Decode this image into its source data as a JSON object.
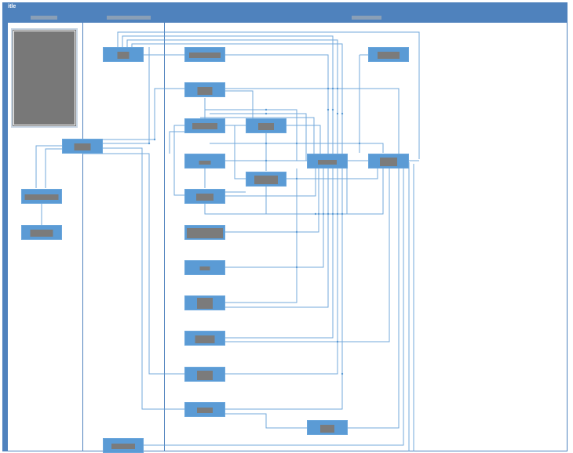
{
  "title": "Title",
  "colors": {
    "lane_header": "#4f82bd",
    "node_fill": "#5b9bd5",
    "connector": "#5b9bd5",
    "placeholder_fill": "#7b7b7b"
  },
  "lanes": [
    {
      "id": "lane-1",
      "label": ""
    },
    {
      "id": "lane-2",
      "label": ""
    },
    {
      "id": "lane-3",
      "label": ""
    }
  ],
  "image_placeholder": {
    "label": ""
  },
  "nodes": [
    {
      "id": "n1",
      "label": ""
    },
    {
      "id": "n2",
      "label": ""
    },
    {
      "id": "n3",
      "label": ""
    },
    {
      "id": "n4",
      "label": ""
    },
    {
      "id": "n5",
      "label": ""
    },
    {
      "id": "n6",
      "label": ""
    },
    {
      "id": "n7",
      "label": ""
    },
    {
      "id": "n8",
      "label": ""
    },
    {
      "id": "n9",
      "label": ""
    },
    {
      "id": "n10",
      "label": ""
    },
    {
      "id": "n11",
      "label": ""
    },
    {
      "id": "n12",
      "label": ""
    },
    {
      "id": "n13",
      "label": ""
    },
    {
      "id": "n14",
      "label": ""
    },
    {
      "id": "n15",
      "label": ""
    },
    {
      "id": "n16",
      "label": ""
    },
    {
      "id": "n17",
      "label": ""
    },
    {
      "id": "n18",
      "label": ""
    },
    {
      "id": "n19",
      "label": ""
    },
    {
      "id": "n20",
      "label": ""
    },
    {
      "id": "n21",
      "label": ""
    },
    {
      "id": "n22",
      "label": ""
    },
    {
      "id": "n23",
      "label": ""
    }
  ]
}
